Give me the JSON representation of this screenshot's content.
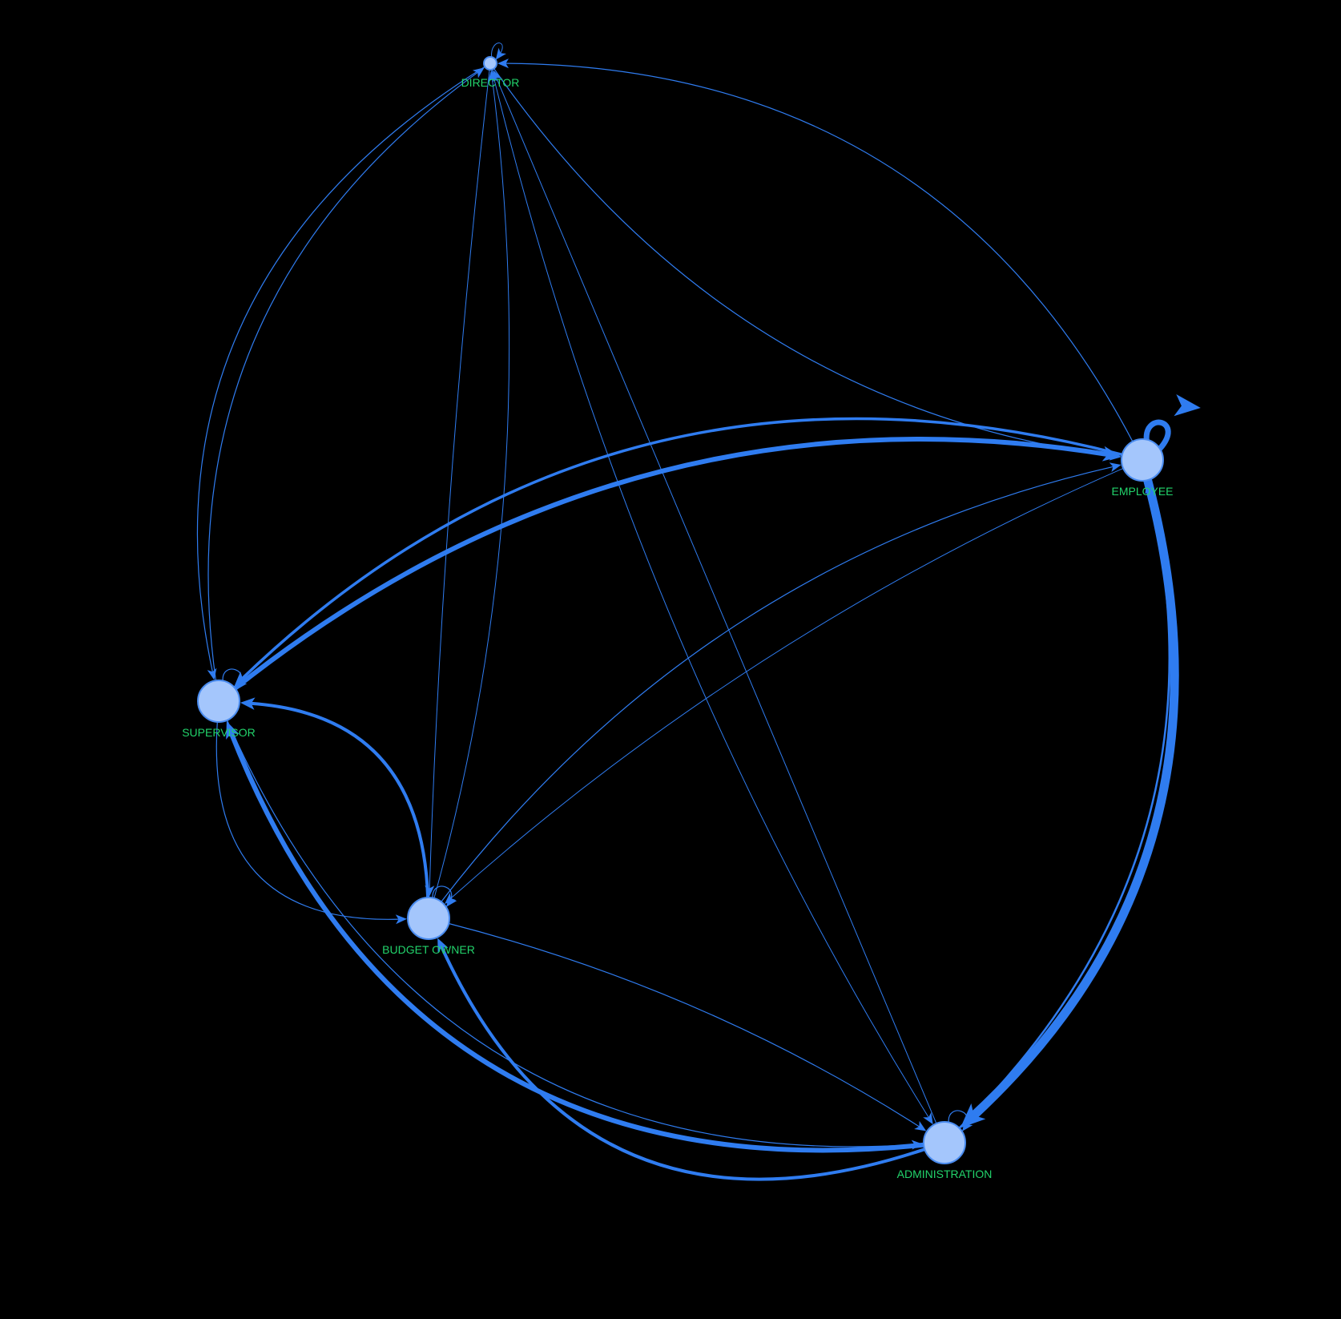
{
  "colors": {
    "background": "#000000",
    "edge": "#2f7cf0",
    "node_fill": "#a4c6fc",
    "node_stroke": "#4a8cf0",
    "label": "#22d36b"
  },
  "nodes": [
    {
      "id": "director",
      "label": "DIRECTOR"
    },
    {
      "id": "employee",
      "label": "EMPLOYEE"
    },
    {
      "id": "supervisor",
      "label": "SUPERVISOR"
    },
    {
      "id": "budget_owner",
      "label": "BUDGET OWNER"
    },
    {
      "id": "administration",
      "label": "ADMINISTRATION"
    }
  ],
  "edges": [
    {
      "source": "director",
      "target": "director"
    },
    {
      "source": "director",
      "target": "employee"
    },
    {
      "source": "director",
      "target": "supervisor"
    },
    {
      "source": "director",
      "target": "budget_owner"
    },
    {
      "source": "director",
      "target": "administration"
    },
    {
      "source": "employee",
      "target": "employee"
    },
    {
      "source": "employee",
      "target": "director"
    },
    {
      "source": "employee",
      "target": "supervisor"
    },
    {
      "source": "employee",
      "target": "budget_owner"
    },
    {
      "source": "employee",
      "target": "administration"
    },
    {
      "source": "supervisor",
      "target": "supervisor"
    },
    {
      "source": "supervisor",
      "target": "director"
    },
    {
      "source": "supervisor",
      "target": "employee"
    },
    {
      "source": "supervisor",
      "target": "budget_owner"
    },
    {
      "source": "supervisor",
      "target": "administration"
    },
    {
      "source": "budget_owner",
      "target": "budget_owner"
    },
    {
      "source": "budget_owner",
      "target": "director"
    },
    {
      "source": "budget_owner",
      "target": "supervisor"
    },
    {
      "source": "budget_owner",
      "target": "employee"
    },
    {
      "source": "budget_owner",
      "target": "administration"
    },
    {
      "source": "administration",
      "target": "administration"
    },
    {
      "source": "administration",
      "target": "supervisor"
    },
    {
      "source": "administration",
      "target": "budget_owner"
    },
    {
      "source": "administration",
      "target": "employee"
    },
    {
      "source": "administration",
      "target": "director"
    }
  ]
}
